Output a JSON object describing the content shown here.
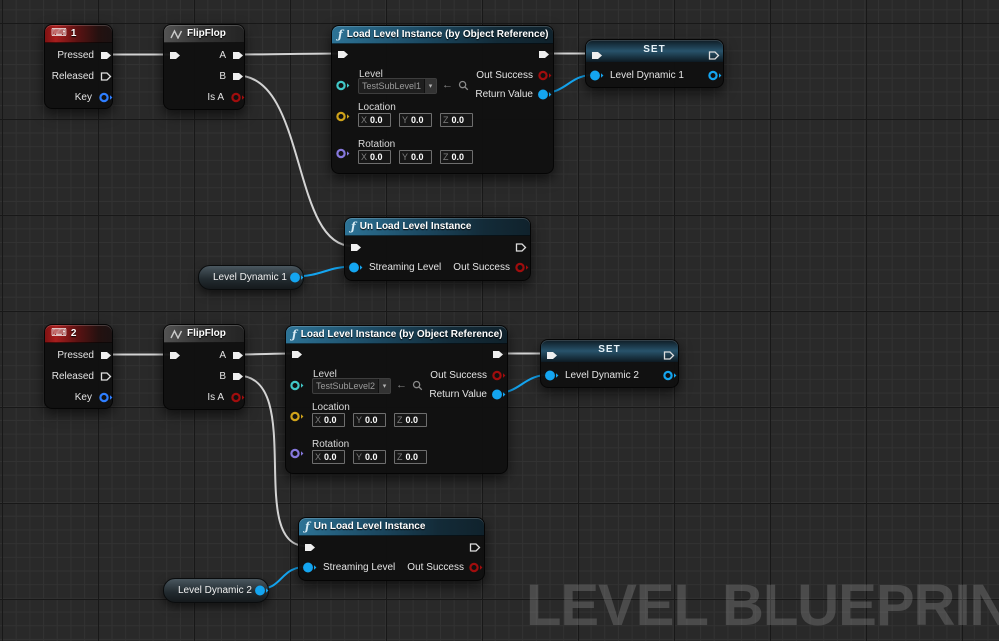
{
  "watermark": "LEVEL BLUEPRINT",
  "icons": {
    "function": "ƒ",
    "keyboard": "⌨",
    "caret": "▾",
    "back_arrow": "←"
  },
  "colors": {
    "canvas_bg": "#292929",
    "grid_minor": "#323232",
    "grid_major": "#181818",
    "event_header_red": "#a81e1e",
    "function_header_blue": "#2d7396",
    "macro_header_gray": "#535353",
    "exec_pin": "#ffffff",
    "exec_wire": "#d4d4d4",
    "data_wire_blue": "#14a5f0",
    "pin_key_blue": "#2e7eff",
    "pin_object_blue": "#14a5f0",
    "pin_bool_red": "#a00d0d",
    "pin_level_teal": "#41c8c8",
    "pin_vector_gold": "#cfa21a",
    "pin_rotator_violet": "#8678dd"
  },
  "shared": {
    "pressed": "Pressed",
    "released": "Released",
    "key": "Key",
    "flipflop_title": "FlipFlop",
    "a": "A",
    "b": "B",
    "is_a": "Is A",
    "load_title": "Load Level Instance (by Object Reference)",
    "unload_title": "Un Load Level Instance",
    "set_title": "SET",
    "level": "Level",
    "location": "Location",
    "rotation": "Rotation",
    "out_success": "Out Success",
    "return_value": "Return Value",
    "streaming_level": "Streaming Level",
    "x": "X",
    "y": "Y",
    "z": "Z",
    "zero": "0.0"
  },
  "instances": {
    "key1_title": "1",
    "key2_title": "2",
    "level1_value": "TestSubLevel1",
    "level2_value": "TestSubLevel2",
    "var1_name": "Level Dynamic 1",
    "var2_name": "Level Dynamic 2"
  }
}
